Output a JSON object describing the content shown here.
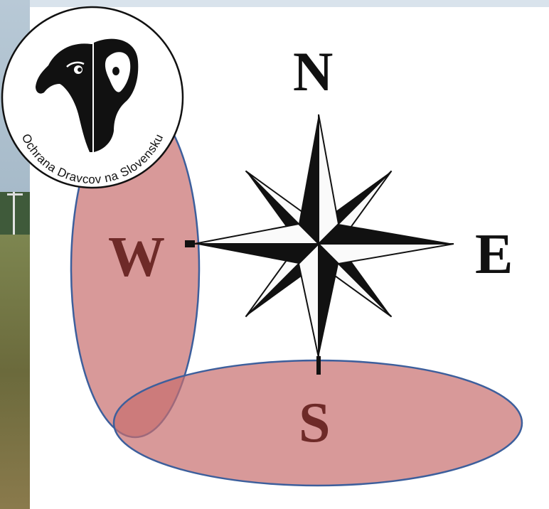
{
  "compass": {
    "north": "N",
    "east": "E",
    "south": "S",
    "west": "W"
  },
  "logo": {
    "text": "Ochrana Dravcov na Slovensku",
    "icon": "raptor-and-owl-heads"
  },
  "colors": {
    "highlight_fill": "#c86e6e",
    "highlight_stroke": "#3d5f9c",
    "ink": "#111111",
    "photo_sky": "#9fb5c8",
    "photo_grass": "#6f7a45"
  }
}
